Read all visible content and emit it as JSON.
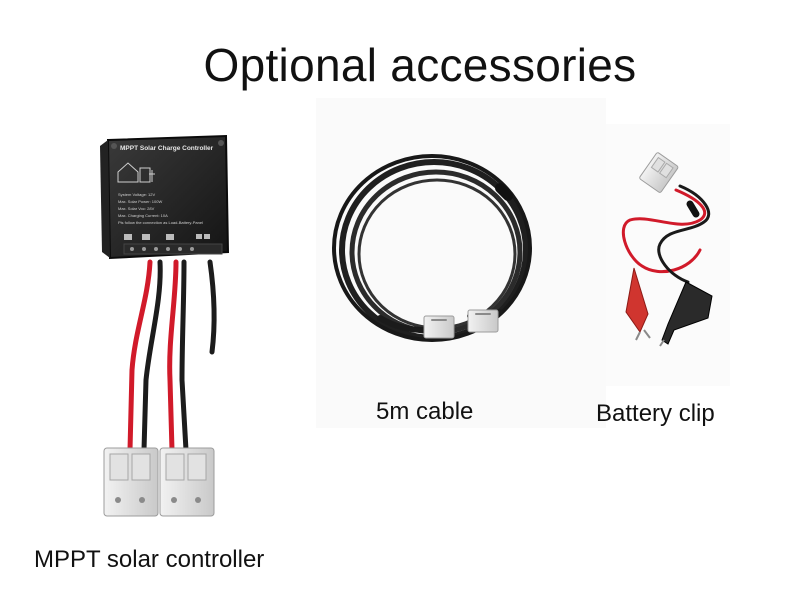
{
  "heading": "Optional accessories",
  "products": [
    {
      "caption": "MPPT solar controller",
      "device_label": "MPPT Solar Charge Controller",
      "spec_lines": [
        "System Voltage: 12V",
        "Max. Solar Power: 100W",
        "Max. Solar Voc: 28V",
        "Max. Charging Current: 10A",
        "Pls follow the connection as Load-Battery-Panel"
      ]
    },
    {
      "caption": "5m cable"
    },
    {
      "caption": "Battery clip"
    }
  ]
}
